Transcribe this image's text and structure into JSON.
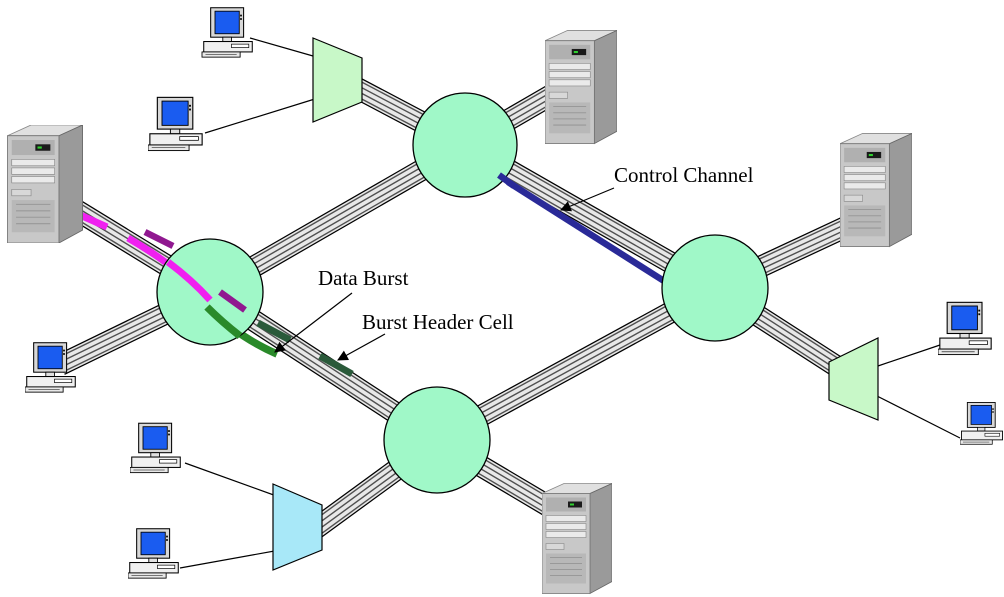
{
  "labels": {
    "control_channel": "Control Channel",
    "data_burst": "Data Burst",
    "burst_header_cell": "Burst Header Cell"
  },
  "colors": {
    "node_fill": "#a0f8c8",
    "edge_green": "#c8f8c8",
    "edge_blue": "#a8e8f8",
    "control_channel": "#2a2a98",
    "data_burst_magenta": "#f020f0",
    "data_burst_green": "#2a8a2a",
    "burst_header_purple": "#901890",
    "burst_header_green": "#2a5a3a",
    "pc_screen": "#1a5cf0"
  },
  "icons": {
    "core_router": "circle-node",
    "edge_router": "trapezoid-edge-router",
    "server": "tower-server-icon",
    "client": "desktop-pc-icon"
  }
}
